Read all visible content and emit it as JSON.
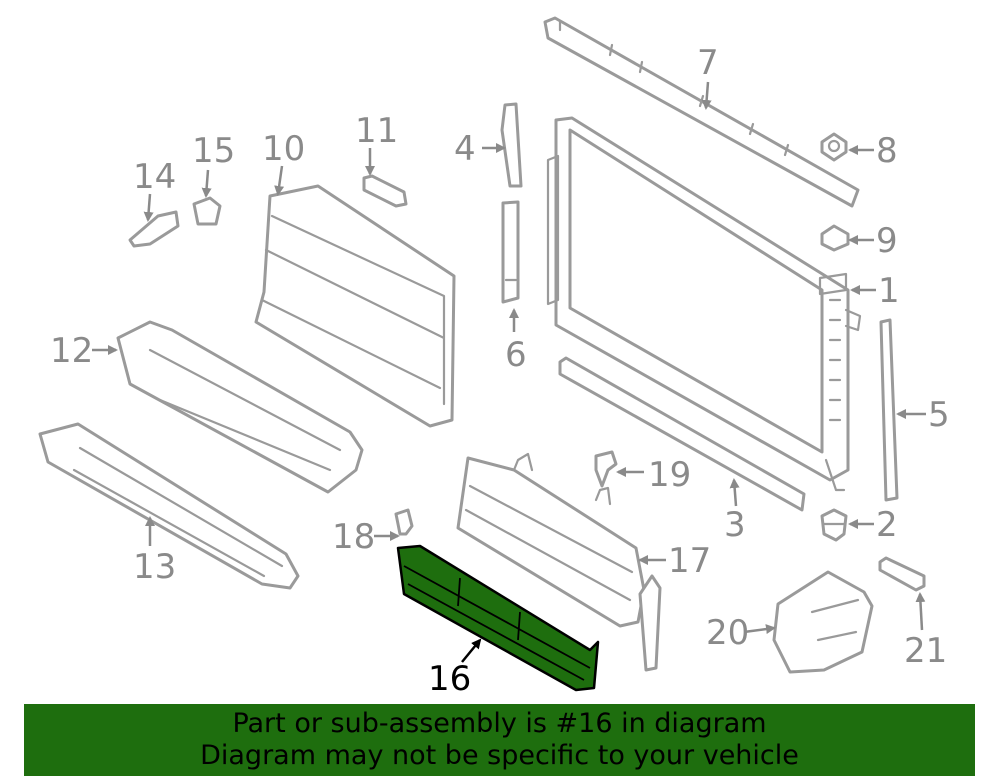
{
  "diagram": {
    "highlight_color": "#1e6e0e",
    "callouts": [
      {
        "id": "p1",
        "text": "1"
      },
      {
        "id": "p2",
        "text": "2"
      },
      {
        "id": "p3",
        "text": "3"
      },
      {
        "id": "p4",
        "text": "4"
      },
      {
        "id": "p5",
        "text": "5"
      },
      {
        "id": "p6",
        "text": "6"
      },
      {
        "id": "p7",
        "text": "7"
      },
      {
        "id": "p8",
        "text": "8"
      },
      {
        "id": "p9",
        "text": "9"
      },
      {
        "id": "p10",
        "text": "10"
      },
      {
        "id": "p11",
        "text": "11"
      },
      {
        "id": "p12",
        "text": "12"
      },
      {
        "id": "p13",
        "text": "13"
      },
      {
        "id": "p14",
        "text": "14"
      },
      {
        "id": "p15",
        "text": "15"
      },
      {
        "id": "p16",
        "text": "16"
      },
      {
        "id": "p17",
        "text": "17"
      },
      {
        "id": "p18",
        "text": "18"
      },
      {
        "id": "p19",
        "text": "19"
      },
      {
        "id": "p20",
        "text": "20"
      },
      {
        "id": "p21",
        "text": "21"
      }
    ]
  },
  "banner": {
    "line1": "Part or sub-assembly is #16 in diagram",
    "line2": "Diagram may not be specific to your vehicle",
    "background": "#1e6e0e"
  }
}
